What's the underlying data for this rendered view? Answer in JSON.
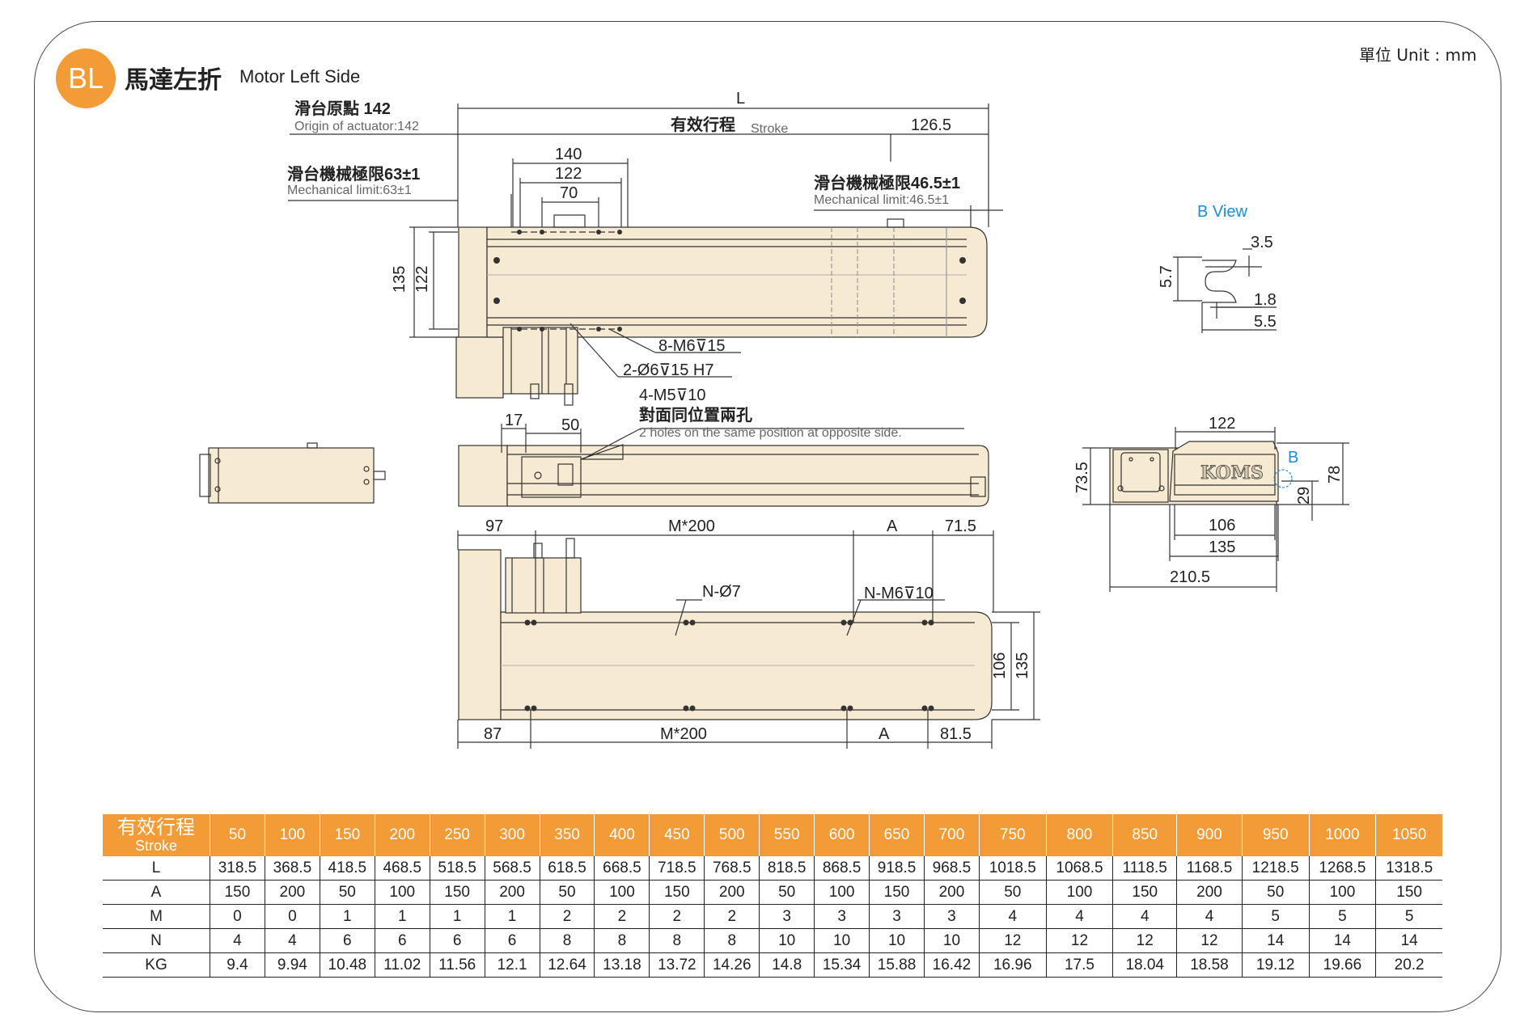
{
  "header": {
    "badge": "BL",
    "title_zh": "馬達左折",
    "title_en": "Motor Left Side",
    "unit": "單位 Unit : mm"
  },
  "drawing": {
    "top_view": {
      "L": "L",
      "origin_zh": "滑台原點 142",
      "origin_en": "Origin of actuator:142",
      "stroke_zh": "有效行程",
      "stroke_en": "Stroke",
      "d_126_5": "126.5",
      "d_140": "140",
      "d_122": "122",
      "d_70": "70",
      "mech_left_zh": "滑台機械極限63±1",
      "mech_left_en": "Mechanical limit:63±1",
      "mech_right_zh": "滑台機械極限46.5±1",
      "mech_right_en": "Mechanical limit:46.5±1",
      "d_135": "135",
      "d_122v": "122",
      "note_m6": "8-M6⊽15",
      "note_pin": "2-Ø6⊽15 H7",
      "note_m5": "4-M5⊽10",
      "note_opp_zh": "對面同位置兩孔",
      "note_opp_en": "2 holes on the same position at opposite side."
    },
    "side_view": {
      "d_17": "17",
      "d_50": "50"
    },
    "bottom_view": {
      "d_97": "97",
      "m200_top": "M*200",
      "a_top": "A",
      "d_71_5": "71.5",
      "n_hole": "N-Ø7",
      "n_m6": "N-M6⊽10",
      "d_106": "106",
      "d_135": "135",
      "d_87": "87",
      "m200_bot": "M*200",
      "a_bot": "A",
      "d_81_5": "81.5"
    },
    "b_view": {
      "title": "B View",
      "d_3_5": "3.5",
      "d_5_7": "5.7",
      "d_1_8": "1.8",
      "d_5_5": "5.5"
    },
    "end_view": {
      "d_122": "122",
      "b_label": "B",
      "logo": "KOMS",
      "d_73_5": "73.5",
      "d_78": "78",
      "d_29": "29",
      "d_106": "106",
      "d_135": "135",
      "d_210_5": "210.5"
    }
  },
  "table": {
    "header_zh": "有效行程",
    "header_en": "Stroke",
    "strokes": [
      "50",
      "100",
      "150",
      "200",
      "250",
      "300",
      "350",
      "400",
      "450",
      "500",
      "550",
      "600",
      "650",
      "700",
      "750",
      "800",
      "850",
      "900",
      "950",
      "1000",
      "1050"
    ],
    "rows": [
      {
        "label": "L",
        "values": [
          "318.5",
          "368.5",
          "418.5",
          "468.5",
          "518.5",
          "568.5",
          "618.5",
          "668.5",
          "718.5",
          "768.5",
          "818.5",
          "868.5",
          "918.5",
          "968.5",
          "1018.5",
          "1068.5",
          "1118.5",
          "1168.5",
          "1218.5",
          "1268.5",
          "1318.5"
        ]
      },
      {
        "label": "A",
        "values": [
          "150",
          "200",
          "50",
          "100",
          "150",
          "200",
          "50",
          "100",
          "150",
          "200",
          "50",
          "100",
          "150",
          "200",
          "50",
          "100",
          "150",
          "200",
          "50",
          "100",
          "150"
        ]
      },
      {
        "label": "M",
        "values": [
          "0",
          "0",
          "1",
          "1",
          "1",
          "1",
          "2",
          "2",
          "2",
          "2",
          "3",
          "3",
          "3",
          "3",
          "4",
          "4",
          "4",
          "4",
          "5",
          "5",
          "5"
        ]
      },
      {
        "label": "N",
        "values": [
          "4",
          "4",
          "6",
          "6",
          "6",
          "6",
          "8",
          "8",
          "8",
          "8",
          "10",
          "10",
          "10",
          "10",
          "12",
          "12",
          "12",
          "12",
          "14",
          "14",
          "14"
        ]
      },
      {
        "label": "KG",
        "values": [
          "9.4",
          "9.94",
          "10.48",
          "11.02",
          "11.56",
          "12.1",
          "12.64",
          "13.18",
          "13.72",
          "14.26",
          "14.8",
          "15.34",
          "15.88",
          "16.42",
          "16.96",
          "17.5",
          "18.04",
          "18.58",
          "19.12",
          "19.66",
          "20.2"
        ]
      }
    ]
  },
  "colors": {
    "accent": "#f29b37",
    "body_fill": "#f6ead3",
    "blue": "#1b8fd6"
  }
}
